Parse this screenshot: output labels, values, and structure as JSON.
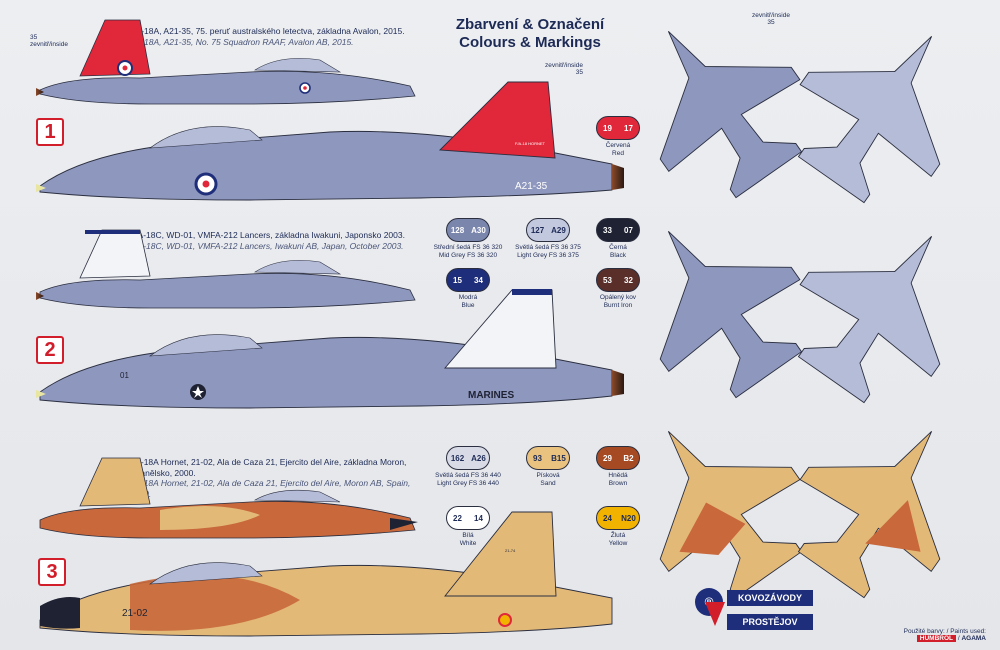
{
  "title": {
    "line1": "Zbarvení & Označení",
    "line2": "Colours & Markings"
  },
  "schemes": [
    {
      "number": "1",
      "cz": "F/A-18A, A21-35, 75. peruť australského letectva, základna Avalon, 2015.",
      "en": "F/A-18A, A21-35, No. 75 Squadron RAAF, Avalon AB, 2015.",
      "serial": "A21-35",
      "fin_text": "F/A-18 HORNET"
    },
    {
      "number": "2",
      "cz": "F/A-18C, WD-01, VMFA-212 Lancers, základna Iwakuni, Japonsko 2003.",
      "en": "F/A-18C, WD-01, VMFA-212 Lancers, Iwakuni AB, Japan, October 2003.",
      "serial": "01",
      "side_text": "MARINES"
    },
    {
      "number": "3",
      "cz": "EF-18A Hornet, 21-02, Ala de Caza 21, Ejercito del Aire, základna Moron, Španělsko, 2000.",
      "en": "EF-18A Hornet, 21-02, Ala de Caza 21, Ejercito del Aire, Moron AB, Spain, 2000.",
      "serial": "21-02",
      "fin_text": "21-74"
    }
  ],
  "inside_label": "zevnitř/inside",
  "callout_35": "35",
  "colours": [
    {
      "a": "19",
      "b": "17",
      "cz": "Červená",
      "en": "Red",
      "fill": "#e0283a"
    },
    {
      "a": "128",
      "b": "A30",
      "cz": "Střední šedá FS 36 320",
      "en": "Mid Grey FS 36 320",
      "fill": "#7b86ad"
    },
    {
      "a": "127",
      "b": "A29",
      "cz": "Světlá šedá FS 36 375",
      "en": "Light Grey FS 36 375",
      "fill": "#c2c8de"
    },
    {
      "a": "33",
      "b": "07",
      "cz": "Černá",
      "en": "Black",
      "fill": "#1f2233"
    },
    {
      "a": "15",
      "b": "34",
      "cz": "Modrá",
      "en": "Blue",
      "fill": "#1f2e7a"
    },
    {
      "a": "53",
      "b": "32",
      "cz": "Opálený kov",
      "en": "Burnt Iron",
      "fill": "#5a2f2a"
    },
    {
      "a": "162",
      "b": "A26",
      "cz": "Světlá šedá FS 36 440",
      "en": "Light Grey FS 36 440",
      "fill": "#d8dbe6"
    },
    {
      "a": "93",
      "b": "B15",
      "cz": "Písková",
      "en": "Sand",
      "fill": "#e8c27e"
    },
    {
      "a": "29",
      "b": "B2",
      "cz": "Hnědá",
      "en": "Brown",
      "fill": "#a64a23"
    },
    {
      "a": "22",
      "b": "14",
      "cz": "Bílá",
      "en": "White",
      "fill": "#ffffff"
    },
    {
      "a": "24",
      "b": "N20",
      "cz": "Žlutá",
      "en": "Yellow",
      "fill": "#f2b300"
    }
  ],
  "brand": {
    "line1": "KOVOZÁVODY",
    "line2": "PROSTĚJOV"
  },
  "footer": {
    "label": "Použité barvy: / Paints used:",
    "brand1": "HUMBROL",
    "brand2": "AGAMA"
  },
  "palette": {
    "grey": "#8e97bd",
    "lightgrey": "#b5bcd8",
    "red": "#e0283a",
    "sand": "#e3b978",
    "brown": "#c8683b",
    "dark": "#2a2e3f"
  }
}
